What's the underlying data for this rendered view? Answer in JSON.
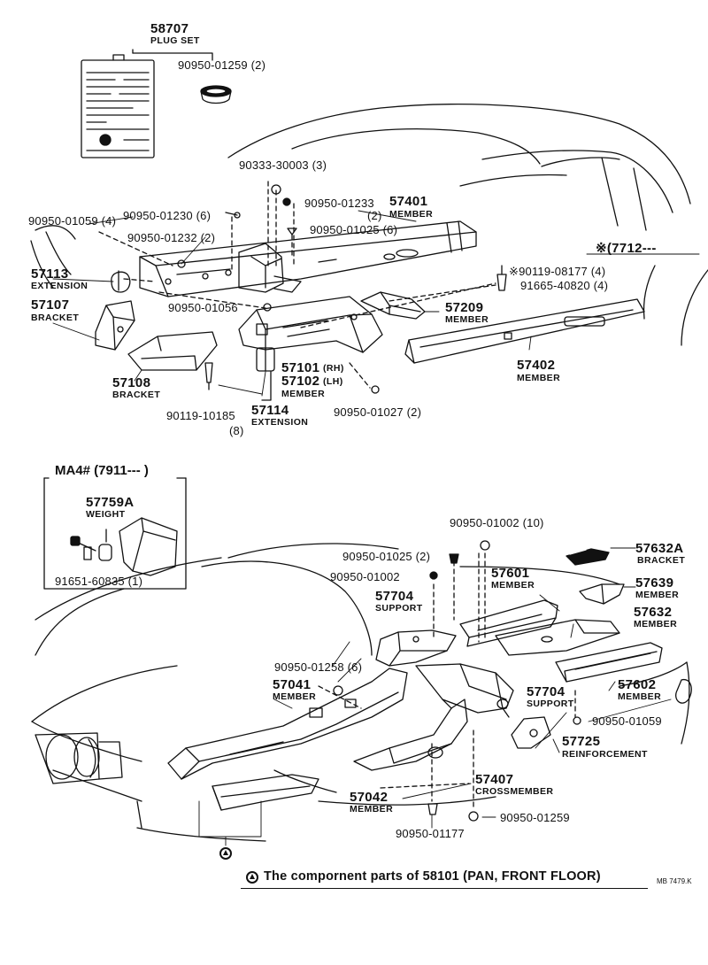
{
  "upper": {
    "plug_set": {
      "num": "58707",
      "name": "PLUG SET"
    },
    "p_90950_01259_2": "90950-01259 (2)",
    "p_90333_30003_3": "90333-30003 (3)",
    "p_90950_01233": "90950-01233",
    "p_90950_01233_qty": "(2)",
    "member_57401": {
      "num": "57401",
      "name": "MEMBER"
    },
    "p_90950_01059_4": "90950-01059 (4)",
    "p_90950_01230_6": "90950-01230 (6)",
    "p_90950_01025_6": "90950-01025 (6)",
    "p_90950_01232_2": "90950-01232 (2)",
    "series_7712": "※(7712---",
    "extension_57113": {
      "num": "57113",
      "name": "EXTENSION"
    },
    "p_90119_08177_4": "※90119-08177 (4)",
    "p_91665_40820_4": "91665-40820 (4)",
    "bracket_57107": {
      "num": "57107",
      "name": "BRACKET"
    },
    "p_90950_01056": "90950-01056",
    "member_57209": {
      "num": "57209",
      "name": "MEMBER"
    },
    "member_57402": {
      "num": "57402",
      "name": "MEMBER"
    },
    "bracket_57108": {
      "num": "57108",
      "name": "BRACKET"
    },
    "member_57101": "57101",
    "rh": "(RH)",
    "member_57102": "57102",
    "lh": "(LH)",
    "member_word": "MEMBER",
    "p_90119_10185": "90119-10185",
    "p_90119_10185_qty": "(8)",
    "extension_57114": {
      "num": "57114",
      "name": "EXTENSION"
    },
    "p_90950_01027_2": "90950-01027 (2)"
  },
  "inset": {
    "title": "MA4# (7911---    )",
    "weight_57759a": {
      "num": "57759A",
      "name": "WEIGHT"
    },
    "p_91651_60835_1": "91651-60835 (1)"
  },
  "lower": {
    "p_90950_01002_10": "90950-01002 (10)",
    "bracket_57632a": {
      "num": "57632A",
      "name": "BRACKET"
    },
    "p_90950_01025_2": "90950-01025 (2)",
    "member_57601": {
      "num": "57601",
      "name": "MEMBER"
    },
    "member_57639": {
      "num": "57639",
      "name": "MEMBER"
    },
    "p_90950_01002": "90950-01002",
    "support_57704_a": {
      "num": "57704",
      "name": "SUPPORT"
    },
    "member_57632": {
      "num": "57632",
      "name": "MEMBER"
    },
    "p_90950_01258_6": "90950-01258 (6)",
    "member_57041": {
      "num": "57041",
      "name": "MEMBER"
    },
    "support_57704_b": {
      "num": "57704",
      "name": "SUPPORT"
    },
    "member_57602": {
      "num": "57602",
      "name": "MEMBER"
    },
    "p_90950_01059": "90950-01059",
    "reinforcement_57725": {
      "num": "57725",
      "name": "REINFORCEMENT"
    },
    "crossmember_57407": {
      "num": "57407",
      "name": "CROSSMEMBER"
    },
    "member_57042": {
      "num": "57042",
      "name": "MEMBER"
    },
    "p_90950_01259": "90950-01259",
    "p_90950_01177": "90950-01177"
  },
  "footer": {
    "note": "The compornent parts of 58101 (PAN, FRONT FLOOR)",
    "code": "MB  7479.K"
  }
}
